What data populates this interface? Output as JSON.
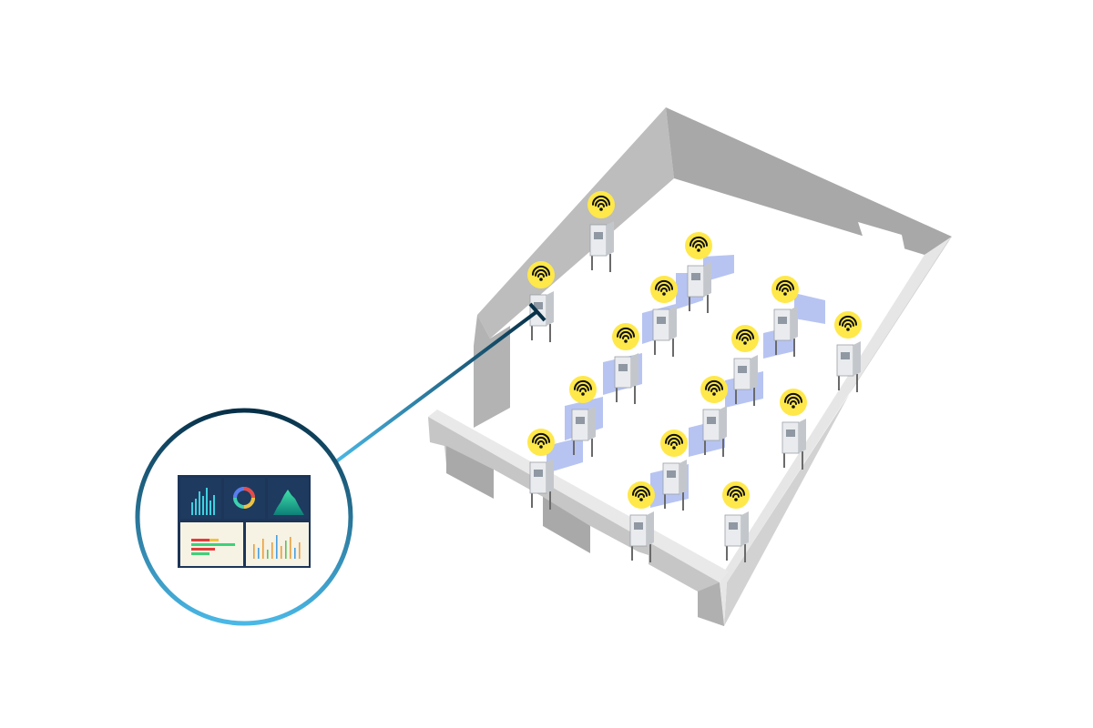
{
  "colors": {
    "wall_top": "#dedede",
    "wall_face": "#b9b9b9",
    "wall_inner": "#a4a4a4",
    "floor": "#ffffff",
    "badge": "#ffe84a",
    "wifi": "#111111",
    "machine": "#e9ebee",
    "machine_shade": "#c3c7cc",
    "partition": "#9fb0ee",
    "connector_dark": "#073048",
    "connector_light": "#4ab8e6",
    "dashboard_dark": "#1c3558",
    "dashboard_light": "#f6f2e4"
  },
  "icons": {
    "badge": "wifi-icon",
    "machine": "machine-icon",
    "dashboard": "dashboard-icon"
  },
  "machines": [
    {
      "id": "m1"
    },
    {
      "id": "m2"
    },
    {
      "id": "m3"
    },
    {
      "id": "m4"
    },
    {
      "id": "m5"
    },
    {
      "id": "m6"
    },
    {
      "id": "m7"
    },
    {
      "id": "m8"
    },
    {
      "id": "m9"
    },
    {
      "id": "m10"
    },
    {
      "id": "m11"
    },
    {
      "id": "m12"
    },
    {
      "id": "m13"
    },
    {
      "id": "m14"
    },
    {
      "id": "m15"
    }
  ],
  "dashboard": {
    "panels": [
      "bar-chart",
      "donut-chart",
      "area-chart",
      "horizontal-bar-chart",
      "column-chart"
    ]
  }
}
